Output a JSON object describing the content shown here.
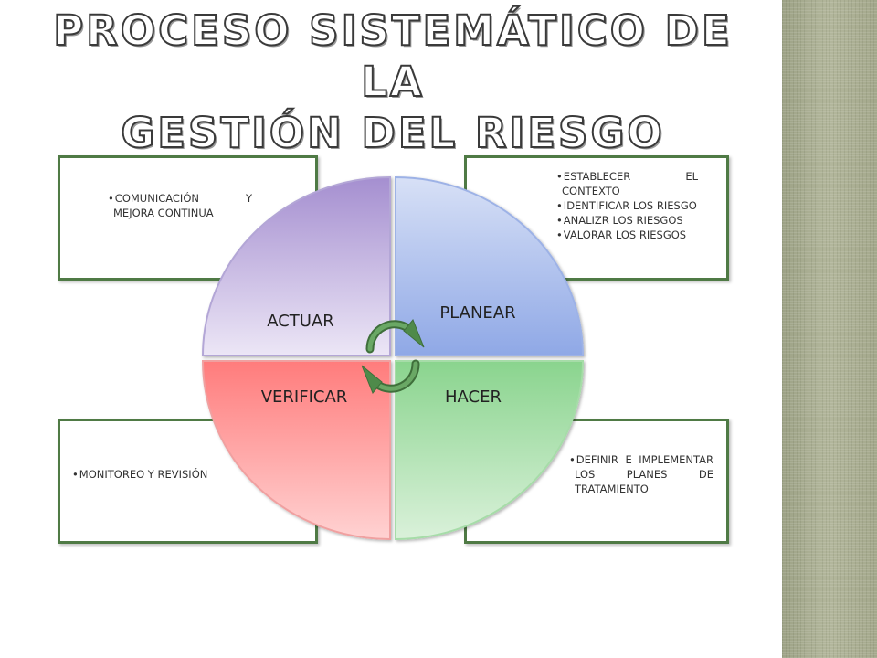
{
  "title": {
    "line1": "PROCESO SISTEMÁTICO DE LA",
    "line2": "GESTIÓN DEL RIESGO"
  },
  "quadrants": {
    "actuar": "ACTUAR",
    "planear": "PLANEAR",
    "verificar": "VERIFICAR",
    "hacer": "HACER"
  },
  "boxes": {
    "top_left": [
      "COMUNICACIÓN Y MEJORA CONTINUA"
    ],
    "top_right": [
      "ESTABLECER EL CONTEXTO",
      "IDENTIFICAR LOS RIESGO",
      "ANALIZR LOS RIESGOS",
      "VALORAR LOS RIESGOS"
    ],
    "bottom_left": [
      "MONITOREO Y REVISIÓN"
    ],
    "bottom_right": [
      "DEFINIR E IMPLEMENTAR LOS PLANES DE TRATAMIENTO"
    ]
  },
  "colors": {
    "box_border": "#4f7a45",
    "actuar": "#a58fd0",
    "planear": "#8fa8e6",
    "verificar": "#ff8080",
    "hacer": "#8ad48e",
    "cycle_arrows": "#4f8a4a"
  },
  "icons": {
    "center": "cycle-arrows-icon"
  }
}
